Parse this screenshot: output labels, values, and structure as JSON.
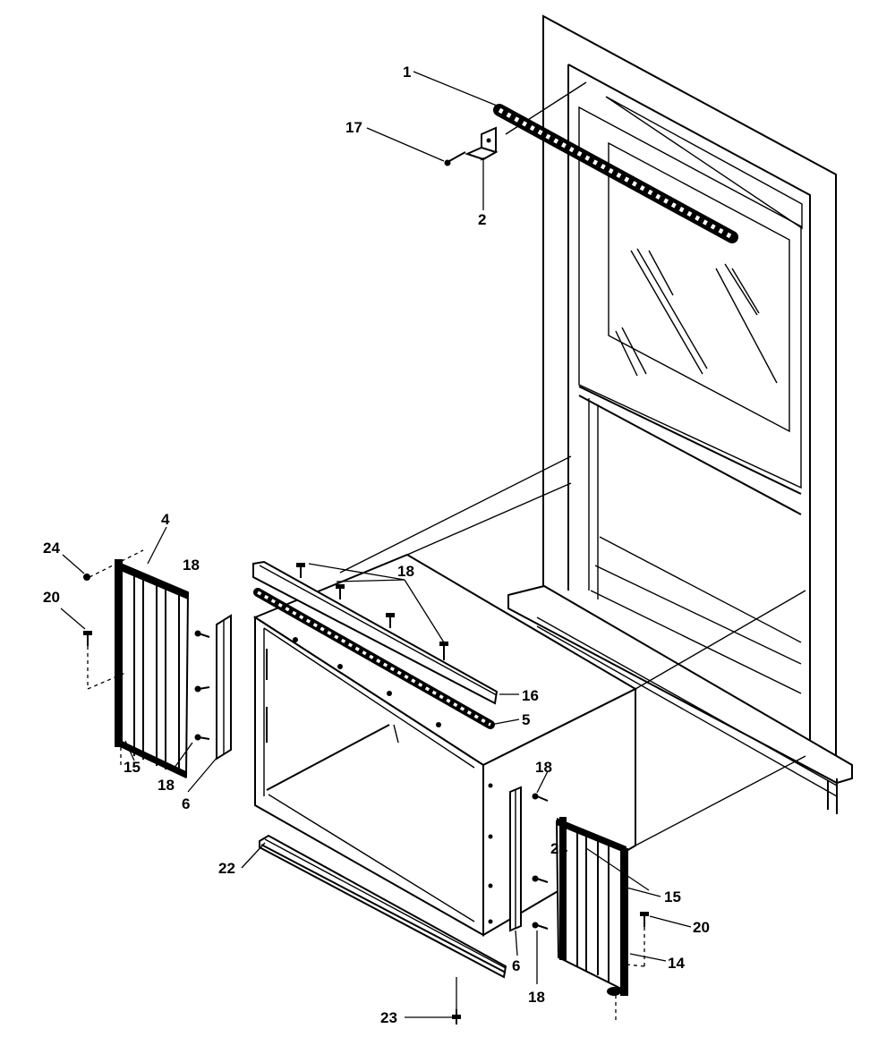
{
  "labels": {
    "p1": "1",
    "p2": "2",
    "p4": "4",
    "p5": "5",
    "p6_left": "6",
    "p6_right": "6",
    "p14": "14",
    "p15_left": "15",
    "p15_right": "15",
    "p16": "16",
    "p17": "17",
    "p18_top": "18",
    "p18_left_top": "18",
    "p18_left_bottom": "18",
    "p18_right_top": "18",
    "p18_right_bottom": "18",
    "p20_left": "20",
    "p20_right": "20",
    "p22": "22",
    "p23": "23",
    "p24_left": "24",
    "p24_right": "24"
  }
}
